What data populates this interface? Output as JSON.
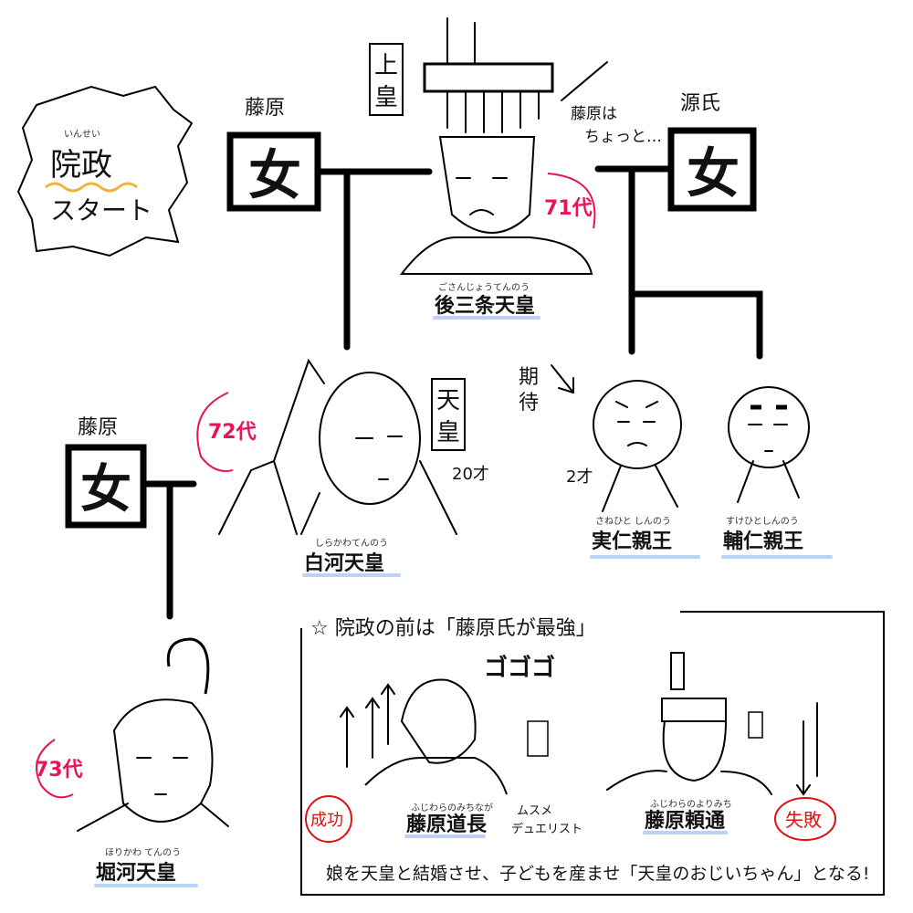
{
  "badge": {
    "ruby": "いんせい",
    "title": "院政",
    "subtitle": "スタート"
  },
  "tree": {
    "fujiwara_top": "藤原",
    "fujiwara_left": "藤原",
    "genji": "源氏",
    "woman_symbol": "女",
    "joko_box": [
      "上",
      "皇"
    ],
    "tenno_box": [
      "天",
      "皇"
    ],
    "fujiwara_comment": [
      "藤原は",
      "ちょっと…"
    ],
    "kitai": [
      "期",
      "待"
    ]
  },
  "people": {
    "gosanjo": {
      "generation": "71代",
      "ruby": "ごさんじょうてんのう",
      "name": "後三条天皇"
    },
    "shirakawa": {
      "generation": "72代",
      "ruby": "しらかわてんのう",
      "name": "白河天皇",
      "age": "20才"
    },
    "horikawa": {
      "generation": "73代",
      "ruby": "ほりかわ てんのう",
      "name": "堀河天皇"
    },
    "sanehito": {
      "ruby": "さねひと しんのう",
      "name": "実仁親王",
      "age": "2才"
    },
    "sukehito": {
      "ruby": "すけひとしんのう",
      "name": "輔仁親王"
    }
  },
  "box": {
    "heading": "☆ 院政の前は「藤原氏が最強」",
    "gogogo": "ゴゴゴ",
    "success": "成功",
    "failure": "失敗",
    "michinaga": {
      "ruby": "ふじわらのみちなが",
      "name": "藤原道長"
    },
    "musume": [
      "ムスメ",
      "デュエリスト"
    ],
    "yorimichi": {
      "ruby": "ふじわらのよりみち",
      "name": "藤原頼通"
    },
    "summary": "娘を天皇と結婚させ、子どもを産ませ「天皇のおじいちゃん」となる!"
  },
  "colors": {
    "generation": "#e8145a",
    "underline": "#b9d2f5",
    "stamp": "#e01010"
  }
}
